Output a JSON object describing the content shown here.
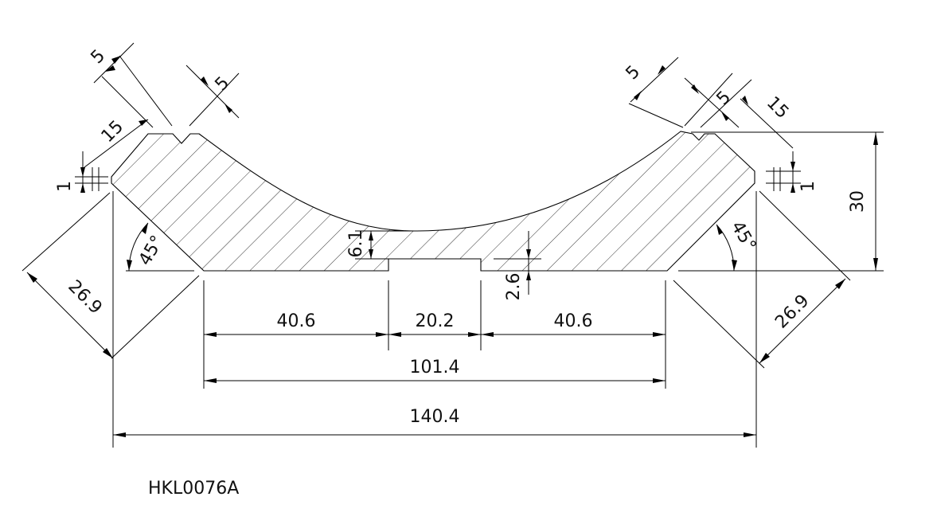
{
  "drawing": {
    "part_code": "HKL0076A",
    "colors": {
      "line": "#000000",
      "background": "#ffffff"
    },
    "dimensions": {
      "left_width_outer": "40.6",
      "center_groove": "20.2",
      "right_width_outer": "40.6",
      "bottom_width": "101.4",
      "overall_width": "140.4",
      "height": "30",
      "chamfer_left": "26.9",
      "chamfer_right": "26.9",
      "angle_left": "45°",
      "angle_right": "45°",
      "center_thickness": "6.1",
      "groove_depth": "2.6",
      "step_left": "1",
      "step_right": "1",
      "tl_notch_a": "5",
      "tl_notch_b": "5",
      "tl_top": "15",
      "tr_notch_a": "5",
      "tr_notch_b": "5",
      "tr_top": "15"
    }
  }
}
